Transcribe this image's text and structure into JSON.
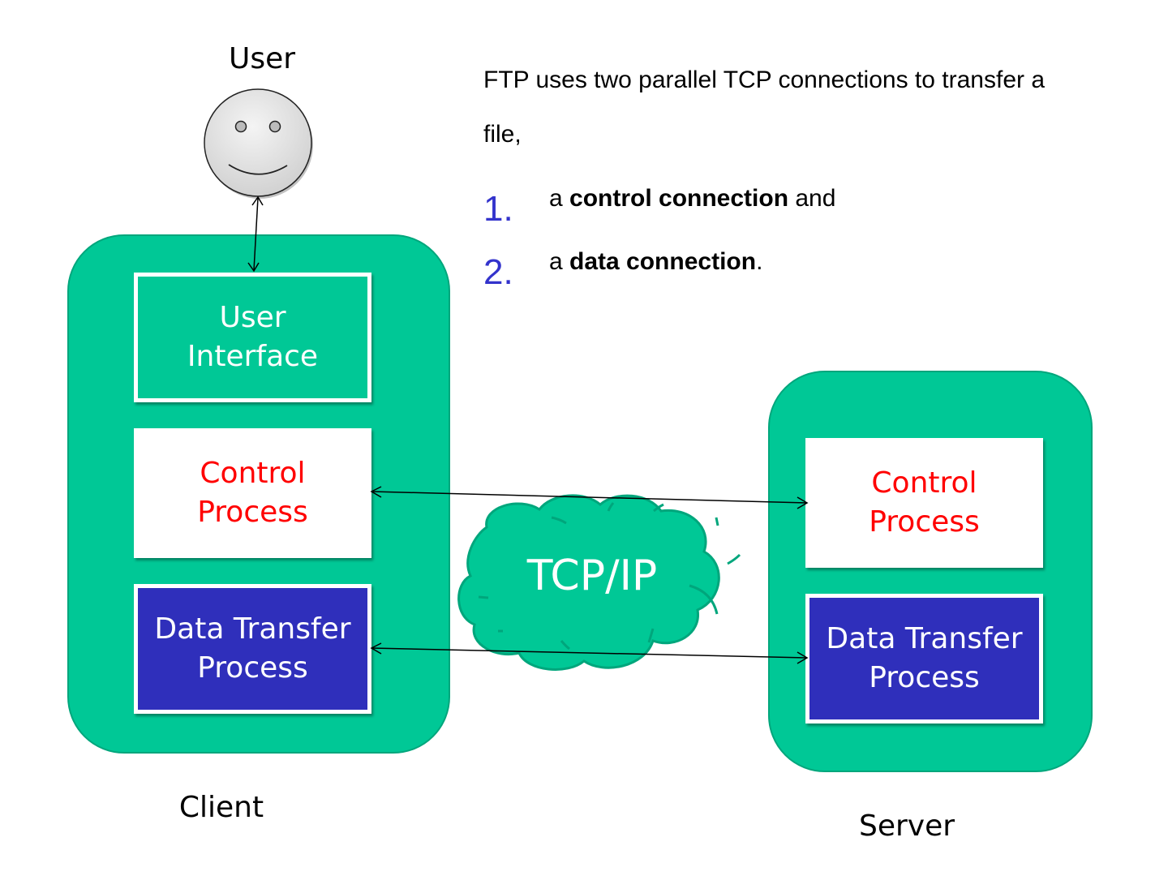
{
  "title_user": "User",
  "description": {
    "line1": "FTP uses two parallel TCP connections to transfer a",
    "line2": "file,",
    "items": [
      {
        "number": "1.",
        "prefix": "a ",
        "bold": "control connection",
        "suffix": " and"
      },
      {
        "number": "2.",
        "prefix": "a ",
        "bold": "data connection",
        "suffix": "."
      }
    ]
  },
  "client": {
    "label": "Client",
    "user_interface": [
      "User",
      "Interface"
    ],
    "control_process": [
      "Control",
      "Process"
    ],
    "data_transfer_process": [
      "Data Transfer",
      "Process"
    ]
  },
  "server": {
    "label": "Server",
    "control_process": [
      "Control",
      "Process"
    ],
    "data_transfer_process": [
      "Data Transfer",
      "Process"
    ]
  },
  "network": {
    "label": "TCP/IP"
  },
  "colors": {
    "panel": "#00c896",
    "control_text": "#ff0000",
    "data_box": "#2f2fbb",
    "list_number": "#3333cc"
  }
}
